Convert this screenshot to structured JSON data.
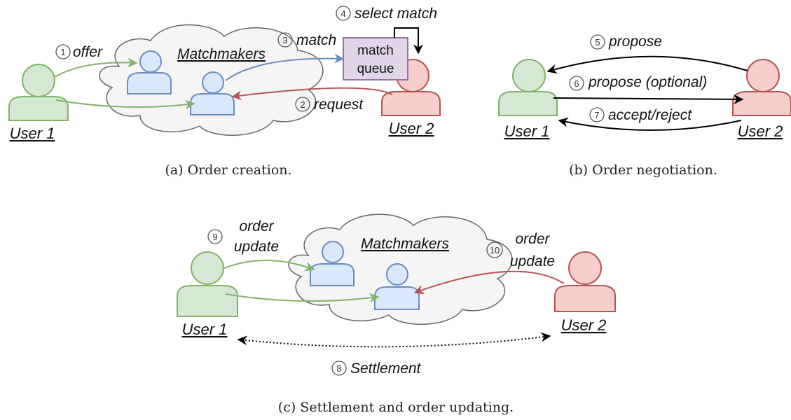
{
  "colors": {
    "green_fill": "#d5e8d4",
    "green_stroke": "#82b366",
    "red_fill": "#f8cecc",
    "red_stroke": "#b85450",
    "blue_fill": "#dae8fc",
    "blue_stroke": "#6c8ebf",
    "cloud_fill": "#f5f5f5",
    "cloud_stroke": "#666666",
    "queue_fill": "#e1d5e7",
    "queue_stroke": "#9673a6",
    "arrow_green": "#82b366",
    "arrow_red": "#b85450",
    "arrow_blue": "#6c8ebf"
  },
  "panel_a": {
    "matchmakers": "Matchmakers",
    "user1": "User 1",
    "user2": "User 2",
    "queue_line1": "match",
    "queue_line2": "queue",
    "step1_num": "1",
    "step1_label": "offer",
    "step2_num": "2",
    "step2_label": "request",
    "step3_num": "3",
    "step3_label": "match",
    "step4_num": "4",
    "step4_label": "select match",
    "caption": "(a) Order creation."
  },
  "panel_b": {
    "user1": "User 1",
    "user2": "User 2",
    "step5_num": "5",
    "step5_label": "propose",
    "step6_num": "6",
    "step6_label": "propose (optional)",
    "step7_num": "7",
    "step7_label": "accept/reject",
    "caption": "(b) Order negotiation."
  },
  "panel_c": {
    "matchmakers": "Matchmakers",
    "user1": "User 1",
    "user2": "User 2",
    "step9_num": "9",
    "step9_line1": "order",
    "step9_line2": "update",
    "step10_num": "10",
    "step10_line1": "order",
    "step10_line2": "update",
    "step8_num": "8",
    "step8_label": "Settlement",
    "caption": "(c) Settlement and order updating."
  }
}
